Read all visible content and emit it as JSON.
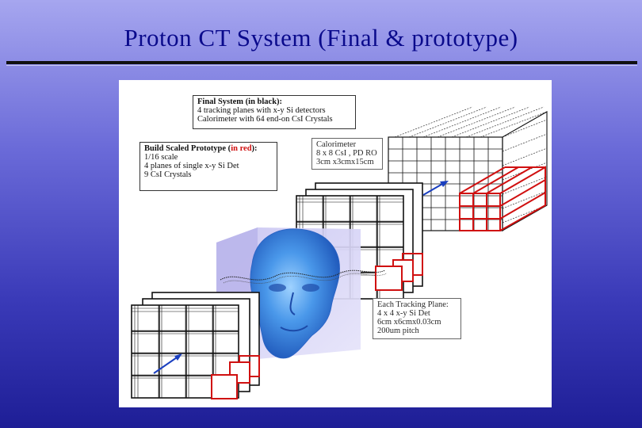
{
  "slide": {
    "title": "Proton CT System (Final & prototype)"
  },
  "notes": {
    "final_system": {
      "heading": "Final System (in black):",
      "line1": "4 tracking planes with x-y Si detectors",
      "line2": "Calorimeter with 64 end-on CsI Crystals"
    },
    "prototype": {
      "heading_prefix": "Build Scaled Prototype (",
      "heading_red": "in red",
      "heading_suffix": "):",
      "line1": "1/16 scale",
      "line2": "4 planes of single x-y Si Det",
      "line3": "9 CsI Crystals"
    },
    "calorimeter": {
      "line1": "Calorimeter",
      "line2": "8 x 8 CsI , PD RO",
      "line3": "3cm x3cmx15cm"
    },
    "tracking_plane": {
      "line1": "Each Tracking Plane:",
      "line2": "4 x 4 x-y Si Det",
      "line3": "6cm x6cmx0.03cm",
      "line4": "200um pitch"
    }
  },
  "colors": {
    "title": "#0a0a8c",
    "prototype_red": "#d01010",
    "head_blue": "#3f8fe6",
    "arrow_blue": "#1a3fc0"
  },
  "icons": [
    "head-phantom-icon",
    "calorimeter-block-icon",
    "tracking-plane-icon",
    "proton-arrow-icon"
  ]
}
